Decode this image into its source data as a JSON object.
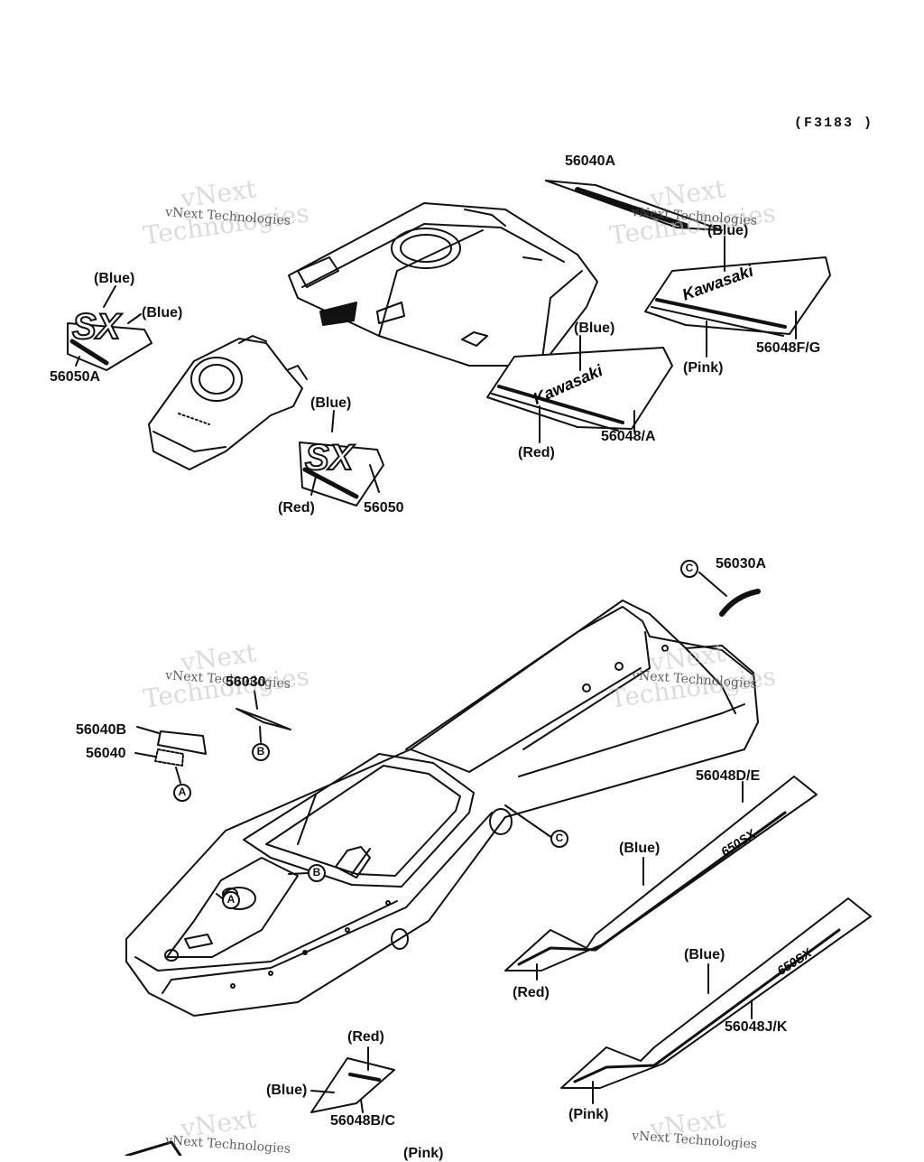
{
  "diagram_code": "(F3183 )",
  "watermark": {
    "line1": "vNext",
    "line2": "Technologies",
    "small": "vNext Technologies"
  },
  "parts": {
    "p56040A": "56040A",
    "p56048FG": "56048F/G",
    "p56050A": "56050A",
    "p56048A": "56048/A",
    "p56050": "56050",
    "p56030A": "56030A",
    "p56030": "56030",
    "p56040B": "56040B",
    "p56040": "56040",
    "p56048DE": "56048D/E",
    "p56048JK": "56048J/K",
    "p56048BC": "56048B/C"
  },
  "colors": {
    "blue": "(Blue)",
    "red": "(Red)",
    "pink": "(Pink)"
  },
  "markers": {
    "a": "A",
    "b": "B",
    "c": "C"
  },
  "decal_text": {
    "kawasaki": "Kawasaki",
    "sx": "SX",
    "model": "650SX"
  }
}
